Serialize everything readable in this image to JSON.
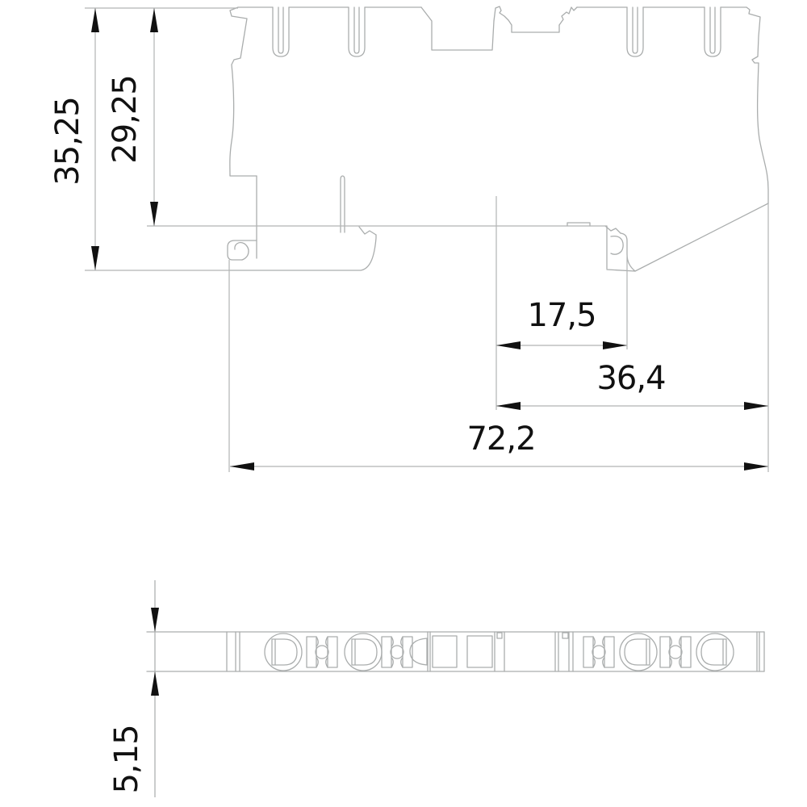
{
  "colors": {
    "background": "#ffffff",
    "outline": "#aaadad",
    "dimension_line": "#b2b5b5",
    "arrow": "#111111",
    "text": "#111111"
  },
  "dimensions": {
    "overall_height": {
      "label": "35,25"
    },
    "body_height": {
      "label": "29,25"
    },
    "notch_offset": {
      "label": "17,5"
    },
    "mid_width": {
      "label": "36,4"
    },
    "overall_width": {
      "label": "72,2"
    },
    "strip_thickness": {
      "label": "5,15"
    }
  }
}
